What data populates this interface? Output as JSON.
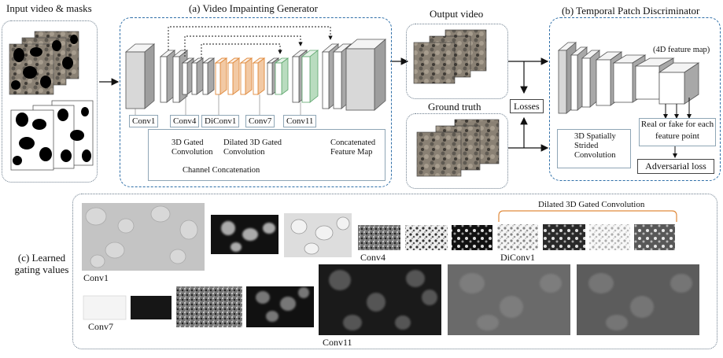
{
  "input": {
    "title": "Input video & masks"
  },
  "generator": {
    "title": "(a) Video Impainting Generator",
    "layers": [
      "Conv1",
      "Conv4",
      "DiConv1",
      "Conv7",
      "Conv11"
    ],
    "legend": {
      "gated": "3D Gated Convolution",
      "dilated": "Dilated 3D Gated Convolution",
      "concat": "Concatenated Feature Map",
      "channel": "Channel Concatenation"
    }
  },
  "output": {
    "title": "Output video"
  },
  "ground_truth": {
    "title": "Ground truth"
  },
  "losses": {
    "label": "Losses"
  },
  "discriminator": {
    "title": "(b) Temporal Patch Discriminator",
    "feature_map": "(4D feature map)",
    "real_fake": "Real or fake for each feature point",
    "legend": "3D Spatially Strided Convolution",
    "adversarial": "Adversarial loss"
  },
  "gating": {
    "title": "(c) Learned gating values",
    "dilated_title": "Dilated 3D Gated Convolution",
    "labels": [
      "Conv1",
      "Conv4",
      "DiConv1",
      "Conv7",
      "Conv11"
    ]
  },
  "colors": {
    "dash": "#2f6fa8",
    "orange": "#e08a3c",
    "green": "#5aa46a"
  }
}
